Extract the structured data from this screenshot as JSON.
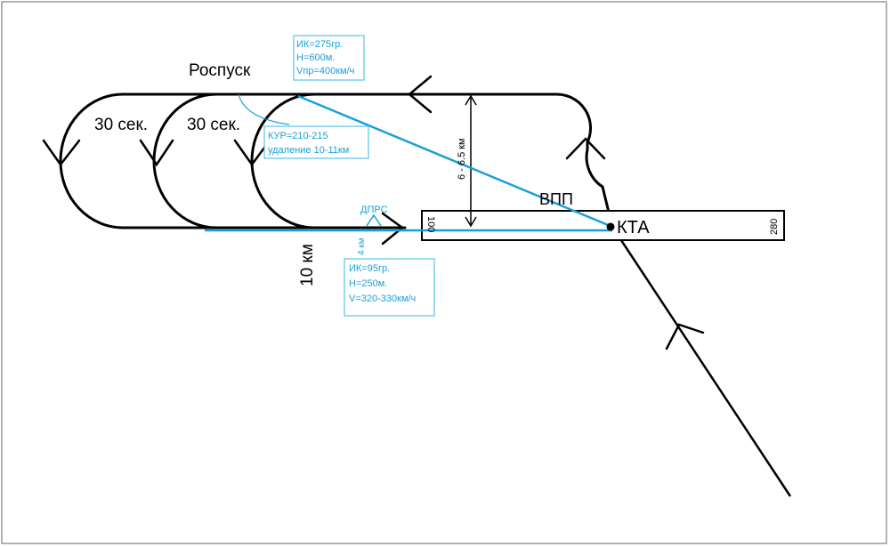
{
  "labels": {
    "dispersal": "Роспуск",
    "turn_1": "30 сек.",
    "turn_2": "30 сек.",
    "runway": "ВПП",
    "kta": "КТА",
    "runway_heading_left": "100",
    "runway_heading_right": "280",
    "distance_to_runway": "10 км",
    "pattern_width": "6 - 6.5 км",
    "dprs": "ДПРС",
    "dprs_distance": "4 км"
  },
  "info_boxes": {
    "top": [
      "ИК=275гр.",
      "Н=600м.",
      "Vпр=400км/ч"
    ],
    "kur": [
      "КУР=210-215",
      "удаление 10-11км"
    ],
    "bottom": [
      "ИК=95гр.",
      "Н=250м.",
      "V=320-330км/ч"
    ]
  },
  "colors": {
    "pattern": "#000000",
    "approach": "#1aa0d8",
    "box_border": "#58c4ec",
    "frame": "#999999"
  }
}
